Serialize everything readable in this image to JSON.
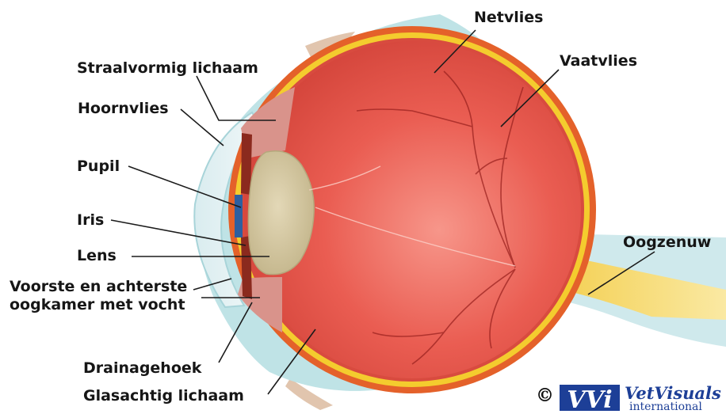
{
  "labels": {
    "netvlies": "Netvlies",
    "vaatvlies": "Vaatvlies",
    "straalvormig": "Straalvormig lichaam",
    "hoornvlies": "Hoornvlies",
    "pupil": "Pupil",
    "iris": "Iris",
    "lens": "Lens",
    "oogzenuw": "Oogzenuw",
    "oogkamer_line1": "Voorste en achterste",
    "oogkamer_line2": "oogkamer met vocht",
    "drainagehoek": "Drainagehoek",
    "glasachtig": "Glasachtig lichaam"
  },
  "credit": {
    "copyright": "©",
    "logo_mark": "VVi",
    "logo_name": "VetVisuals",
    "logo_sub": "international"
  },
  "colors": {
    "vitreous": "#e8564c",
    "sclera": "#bfe3e6",
    "choroid": "#e4612a",
    "retina_yellow": "#f4cc2e",
    "lens": "#d6c9a4",
    "nerve": "#f6dc6a",
    "label_text": "#161616",
    "logo_blue": "#1d3f97"
  }
}
